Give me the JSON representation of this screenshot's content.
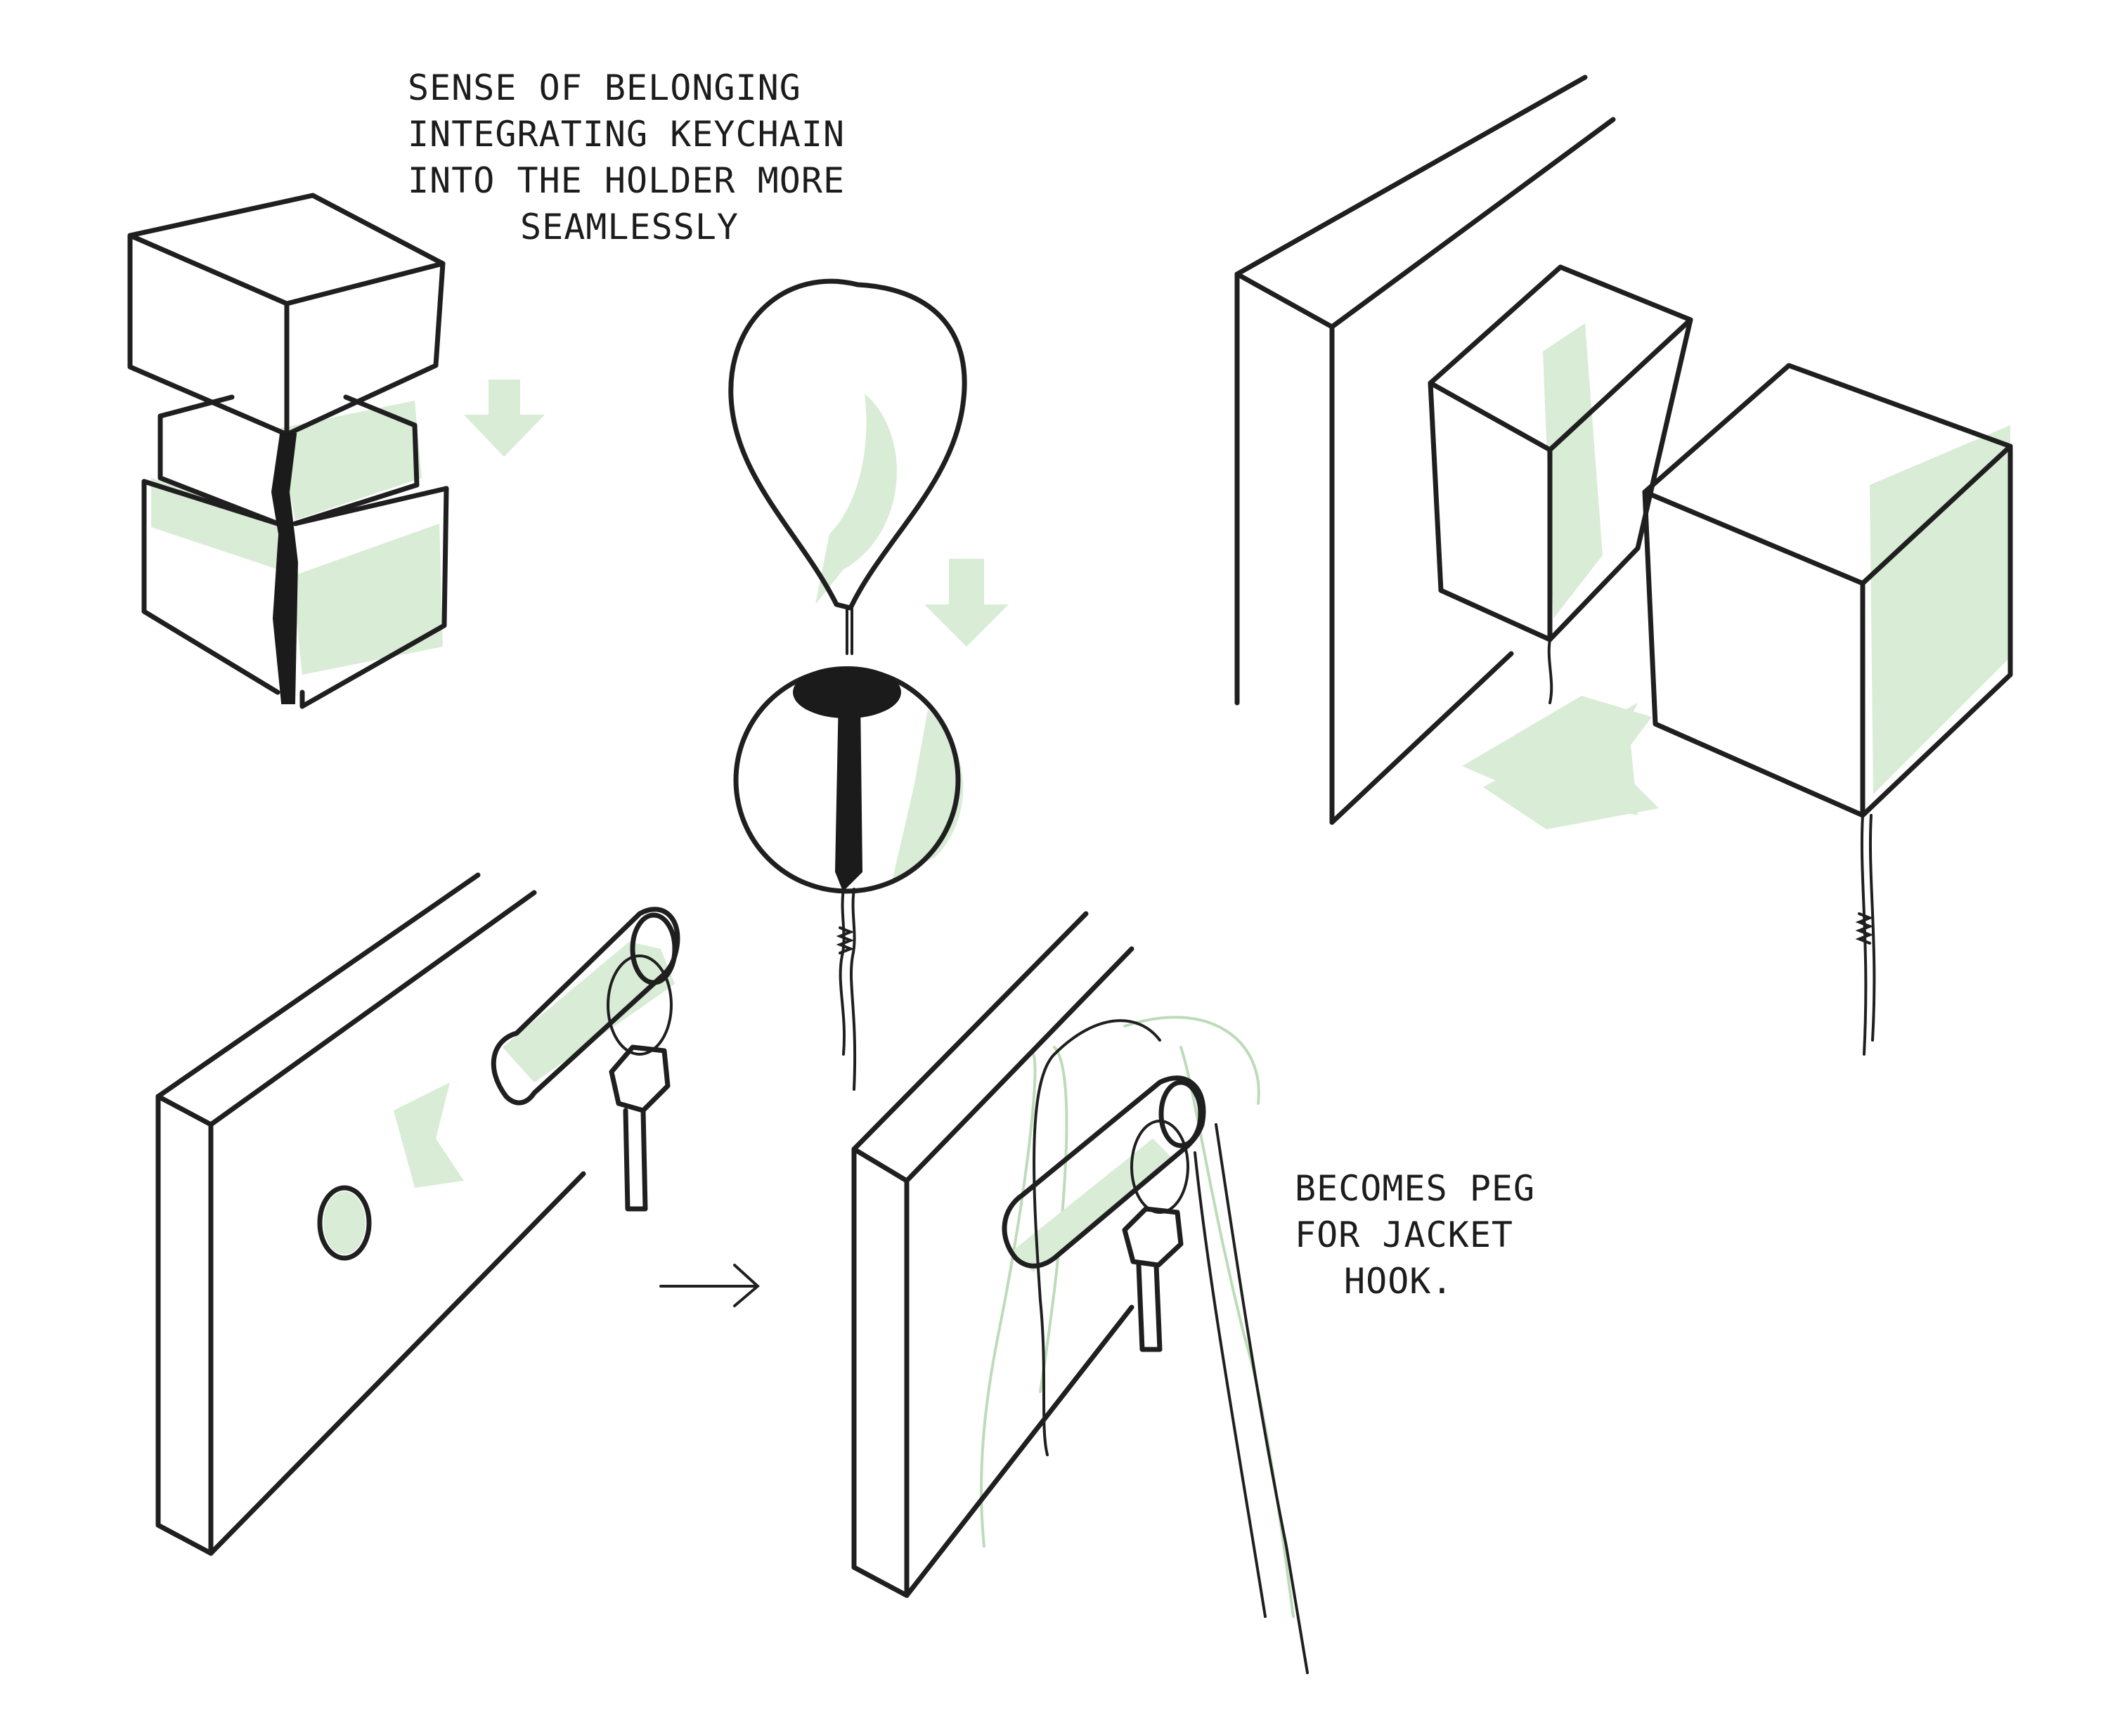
{
  "annotations": {
    "top_note": {
      "lines": [
        "SENSE OF BELONGING",
        "INTEGRATING KEYCHAIN",
        "INTO THE HOLDER MORE",
        "SEAMLESSLY"
      ]
    },
    "peg_note": {
      "lines": [
        "BECOMES PEG",
        "FOR JACKET",
        "HOOK."
      ]
    }
  },
  "colors": {
    "ink": "#1f1f1f",
    "green_shade": "#d8ecd6",
    "green_line": "#bcdcb9",
    "paper": "#ffffff"
  }
}
